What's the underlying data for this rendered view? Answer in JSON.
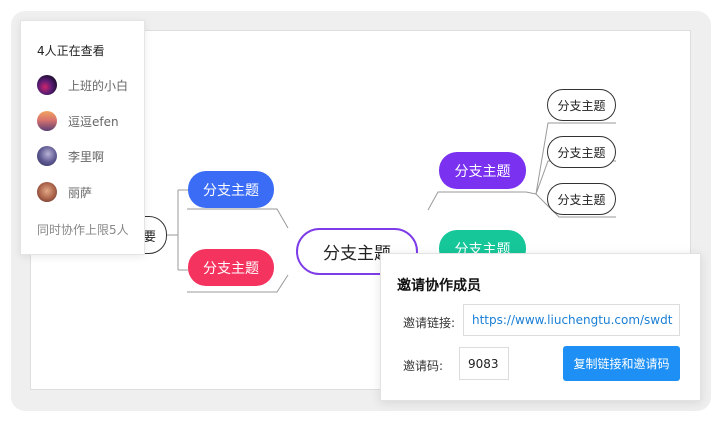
{
  "viewers": {
    "title": "4人正在查看",
    "users": [
      {
        "name": "上班的小白"
      },
      {
        "name": "逗逗efen"
      },
      {
        "name": "李里啊"
      },
      {
        "name": "丽萨"
      }
    ],
    "limit_text": "同时协作上限5人"
  },
  "mindmap": {
    "root_label": "要",
    "central_label": "分支主题",
    "left_branches": [
      {
        "label": "分支主题",
        "color": "#3b6cf6"
      },
      {
        "label": "分支主题",
        "color": "#f5335f"
      }
    ],
    "right_branches": [
      {
        "label": "分支主题",
        "color": "#7a32f0"
      },
      {
        "label": "分支主题",
        "color": "#16c79a"
      }
    ],
    "leaves": [
      {
        "label": "分支主题"
      },
      {
        "label": "分支主题"
      },
      {
        "label": "分支主题"
      }
    ]
  },
  "invite": {
    "title": "邀请协作成员",
    "link_label": "邀请链接:",
    "link_value": "https://www.liuchengtu.com/swdt",
    "link_color": "#1a7fd6",
    "code_label": "邀请码:",
    "code_value": "9083",
    "copy_button": "复制链接和邀请码",
    "button_color": "#1e90f5"
  }
}
